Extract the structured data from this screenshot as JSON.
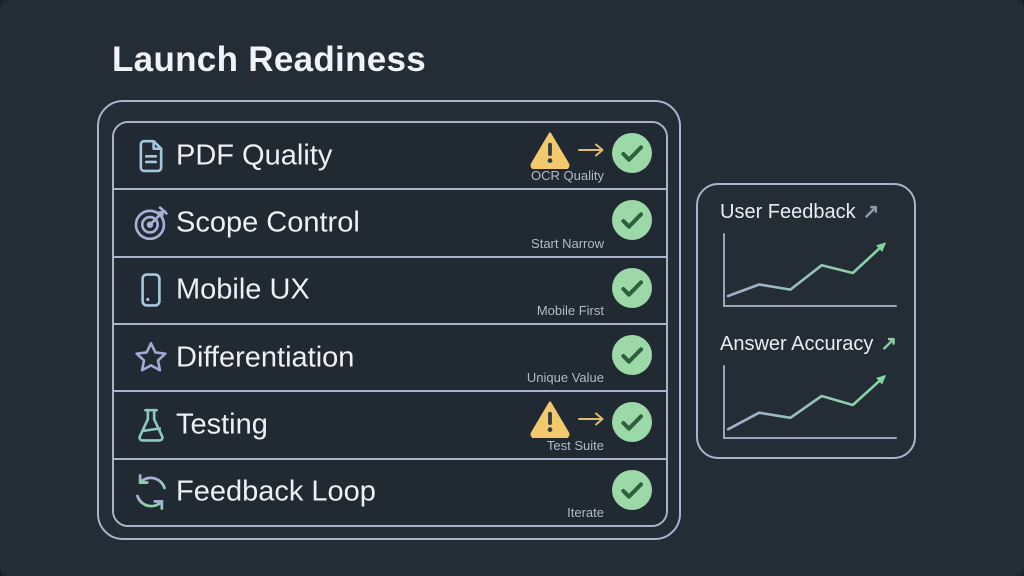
{
  "page": {
    "title": "Launch Readiness"
  },
  "colors": {
    "background": "#242c36",
    "row_background": "#212932",
    "border": "#a9b3c9",
    "label_text": "#edf1f6",
    "note_text": "#b2bac6",
    "warning_fill": "#f2c96d",
    "warning_arrow": "#ddbe72",
    "success_circle": "#9cd8a8",
    "success_check": "#2d603b",
    "chart_axis": "#9aa4b6",
    "chart_line_start": "#a6abcb",
    "chart_line_end": "#83d6a1"
  },
  "checklist": {
    "items": [
      {
        "label": "PDF Quality",
        "icon": "document-icon",
        "note": "OCR Quality",
        "status": "warning-resolved"
      },
      {
        "label": "Scope Control",
        "icon": "target-icon",
        "note": "Start Narrow",
        "status": "resolved"
      },
      {
        "label": "Mobile UX",
        "icon": "smartphone-icon",
        "note": "Mobile First",
        "status": "resolved"
      },
      {
        "label": "Differentiation",
        "icon": "star-icon",
        "note": "Unique Value",
        "status": "resolved"
      },
      {
        "label": "Testing",
        "icon": "flask-icon",
        "note": "Test Suite",
        "status": "warning-resolved"
      },
      {
        "label": "Feedback Loop",
        "icon": "refresh-icon",
        "note": "Iterate",
        "status": "resolved"
      }
    ]
  },
  "chart_data": [
    {
      "type": "line",
      "title": "User Feedback",
      "trend_glyph": "↗",
      "trend_color": "#8e99a8",
      "x": [
        0,
        1,
        2,
        3,
        4,
        5
      ],
      "values": [
        14,
        32,
        24,
        62,
        50,
        95
      ],
      "ylim": [
        0,
        100
      ],
      "xlabel": "",
      "ylabel": "",
      "grid": false,
      "legend": false,
      "annotation": "line ends in upward arrowhead"
    },
    {
      "type": "line",
      "title": "Answer Accuracy",
      "trend_glyph": "↗",
      "trend_color": "#8cc9a0",
      "x": [
        0,
        1,
        2,
        3,
        4,
        5
      ],
      "values": [
        12,
        38,
        30,
        64,
        50,
        94
      ],
      "ylim": [
        0,
        100
      ],
      "xlabel": "",
      "ylabel": "",
      "grid": false,
      "legend": false,
      "annotation": "line ends in upward arrowhead"
    }
  ]
}
